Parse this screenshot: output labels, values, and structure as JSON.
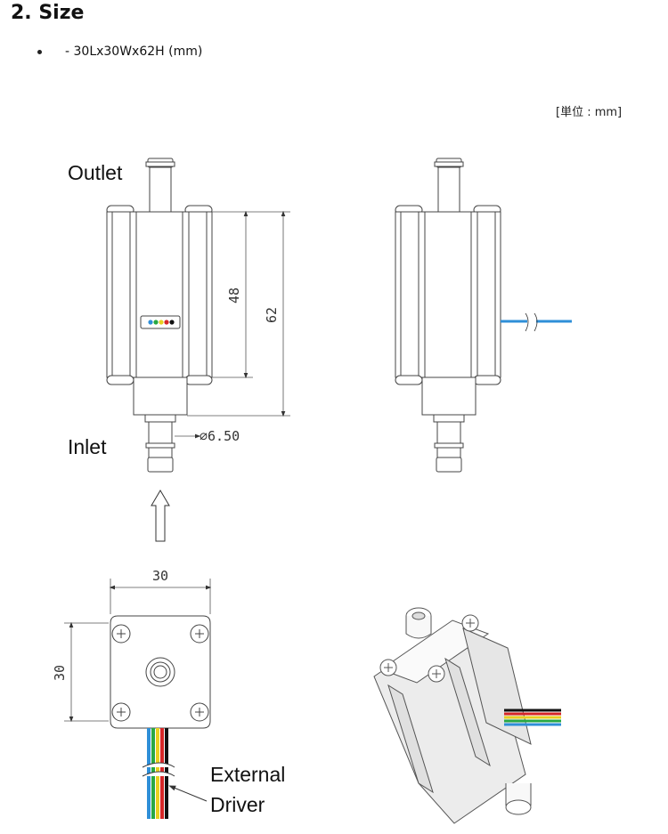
{
  "section": {
    "title": "2. Size"
  },
  "spec": {
    "dimensions": "- 30Lx30Wx62H (mm)"
  },
  "drawing": {
    "unit_note": "[単位 : mm]",
    "labels": {
      "outlet": "Outlet",
      "inlet": "Inlet",
      "external": "External",
      "driver": "Driver"
    },
    "dimensions": {
      "body_height": "48",
      "total_height": "62",
      "port_diameter": "∅6.50",
      "width": "30",
      "depth": "30"
    },
    "wire_colors": [
      "#2f8fd8",
      "#27a844",
      "#e8d020",
      "#d62626",
      "#111111"
    ]
  }
}
